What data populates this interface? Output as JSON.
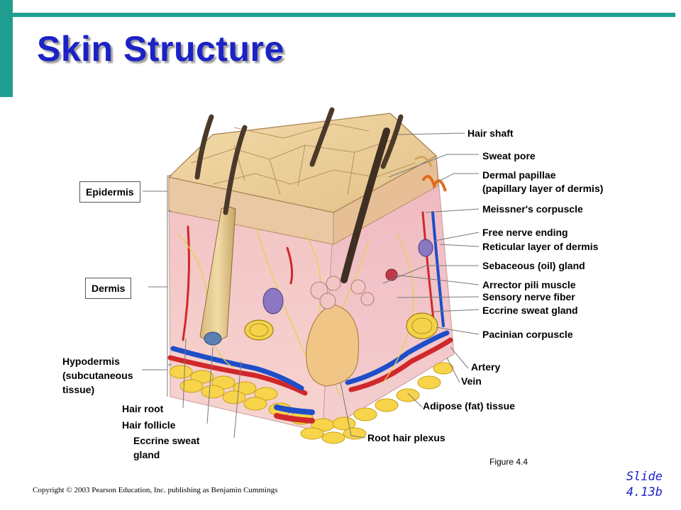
{
  "slide": {
    "title": "Skin Structure",
    "figure": "Figure 4.4",
    "slide_line1": "Slide",
    "slide_line2": "4.13b",
    "copyright": "Copyright © 2003 Pearson Education, Inc. publishing as Benjamin Cummings",
    "accent_color": "#1f9e8f",
    "title_color": "#1b22c6"
  },
  "left_labels": {
    "epidermis": "Epidermis",
    "dermis": "Dermis",
    "hypodermis_1": "Hypodermis",
    "hypodermis_2": "(subcutaneous",
    "hypodermis_3": "tissue)",
    "hair_root": "Hair root",
    "hair_follicle": "Hair follicle",
    "eccrine_1": "Eccrine sweat",
    "eccrine_2": "gland"
  },
  "right_labels": {
    "hair_shaft": "Hair shaft",
    "sweat_pore": "Sweat pore",
    "dermal_papillae_1": "Dermal papillae",
    "dermal_papillae_2": "(papillary layer of dermis)",
    "meissner": "Meissner's corpuscle",
    "free_nerve": "Free nerve ending",
    "reticular": "Reticular layer of dermis",
    "sebaceous": "Sebaceous (oil) gland",
    "arrector": "Arrector pili muscle",
    "sensory": "Sensory nerve fiber",
    "eccrine_gland": "Eccrine sweat gland",
    "pacinian": "Pacinian corpuscle",
    "artery": "Artery",
    "vein": "Vein",
    "adipose": "Adipose (fat) tissue",
    "root_plexus": "Root hair plexus"
  }
}
